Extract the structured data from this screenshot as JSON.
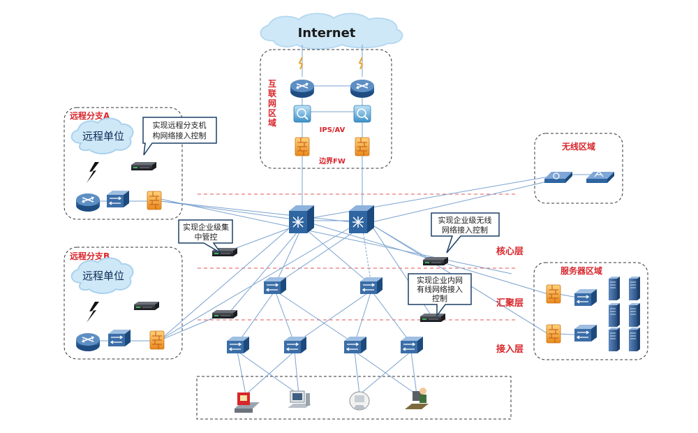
{
  "internet": {
    "label": "Internet"
  },
  "internet_zone": {
    "title_chars": [
      "互",
      "联",
      "网",
      "区",
      "域"
    ],
    "ips_label": "IPS/AV",
    "fw_label": "边界FW"
  },
  "branch_a": {
    "title": "远程分支A",
    "cloud_label": "远程单位",
    "callout_lines": [
      "实现远程分支机",
      "构网络接入控制"
    ]
  },
  "branch_b": {
    "title": "远程分支B",
    "cloud_label": "远程单位"
  },
  "wireless_zone": {
    "title": "无线区域"
  },
  "server_zone": {
    "title": "服务器区域"
  },
  "callouts": {
    "central": [
      "实现企业级集",
      "中管控"
    ],
    "wireless": [
      "实现企业级无线",
      "网络接入控制"
    ],
    "wired": [
      "实现企业内网",
      "有线网络接入",
      "控制"
    ]
  },
  "layers": {
    "core": "核心层",
    "aggregation": "汇聚层",
    "access": "接入层"
  },
  "colors": {
    "accent_red": "#d8262b",
    "link_blue": "#7aa2cf",
    "cloud_blue": "#cfe8f8",
    "device_blue": "#2c5f96",
    "firewall_orange": "#f2a326"
  }
}
